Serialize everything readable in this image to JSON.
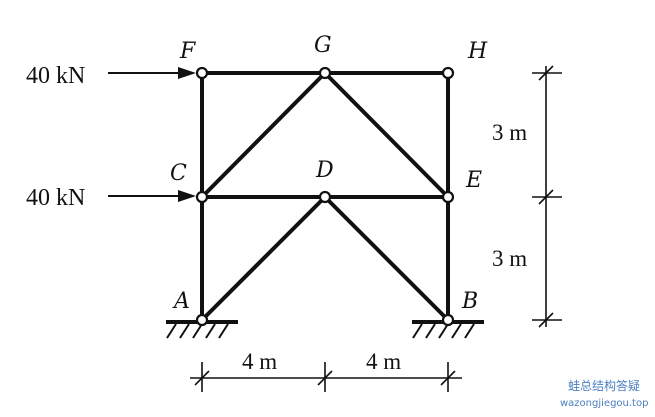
{
  "nodes": {
    "A": "A",
    "B": "B",
    "C": "C",
    "D": "D",
    "E": "E",
    "F": "F",
    "G": "G",
    "H": "H"
  },
  "loads": {
    "top": "40 kN",
    "middle": "40 kN"
  },
  "dimensions": {
    "upper_height": "3 m",
    "lower_height": "3 m",
    "left_span": "4 m",
    "right_span": "4 m"
  },
  "watermark": {
    "name": "蛙总结构答疑",
    "url": "wazongjiegou.top"
  }
}
